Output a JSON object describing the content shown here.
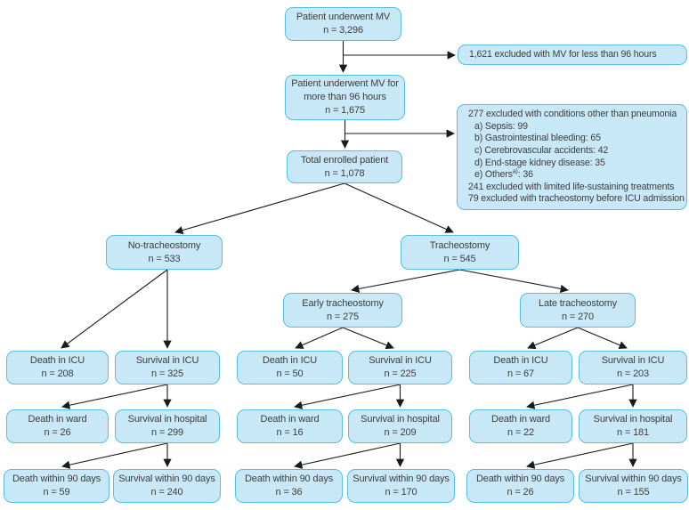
{
  "colors": {
    "box_fill": "#c8e8f7",
    "box_border": "#58bfe3",
    "text": "#3d3d3d",
    "arrow": "#1a1a1a"
  },
  "nodes": {
    "mv": {
      "line1": "Patient underwent MV",
      "n": "n = 3,296"
    },
    "mv96": {
      "line1": "Patient underwent MV for",
      "line2": "more than 96 hours",
      "n": "n = 1,675"
    },
    "enrolled": {
      "line1": "Total enrolled patient",
      "n": "n = 1,078"
    },
    "no_trach": {
      "line1": "No-tracheostomy",
      "n": "n = 533"
    },
    "trach": {
      "line1": "Tracheostomy",
      "n": "n = 545"
    },
    "early": {
      "line1": "Early tracheostomy",
      "n": "n = 275"
    },
    "late": {
      "line1": "Late tracheostomy",
      "n": "n = 270"
    }
  },
  "exclusion_mv": {
    "text": "1,621 excluded with MV for less than 96 hours"
  },
  "exclusion_main": {
    "header": "277 excluded with conditions other than pneumonia",
    "item_a": "a) Sepsis: 99",
    "item_b": "b) Gastrointestinal bleeding: 65",
    "item_c": "c) Cerebrovascular accidents: 42",
    "item_d": "d) End-stage kidney disease: 35",
    "item_e_prefix": "e) Others",
    "item_e_sup": "a)",
    "item_e_suffix": ": 36",
    "footer1": "241 excluded with limited life-sustaining treatments",
    "footer2": "79 excluded with tracheostomy before ICU admission"
  },
  "outcome_labels": {
    "death_icu": "Death in ICU",
    "surv_icu": "Survival in ICU",
    "death_ward": "Death in ward",
    "surv_hosp": "Survival in hospital",
    "death_90": "Death within 90 days",
    "surv_90": "Survival within 90 days"
  },
  "groups": {
    "no_trach": {
      "death_icu_n": "n = 208",
      "surv_icu_n": "n = 325",
      "death_ward_n": "n = 26",
      "surv_hosp_n": "n = 299",
      "death_90_n": "n = 59",
      "surv_90_n": "n = 240"
    },
    "early": {
      "death_icu_n": "n = 50",
      "surv_icu_n": "n = 225",
      "death_ward_n": "n = 16",
      "surv_hosp_n": "n = 209",
      "death_90_n": "n = 36",
      "surv_90_n": "n = 170"
    },
    "late": {
      "death_icu_n": "n = 67",
      "surv_icu_n": "n = 203",
      "death_ward_n": "n = 22",
      "surv_hosp_n": "n = 181",
      "death_90_n": "n = 26",
      "surv_90_n": "n = 155"
    }
  }
}
